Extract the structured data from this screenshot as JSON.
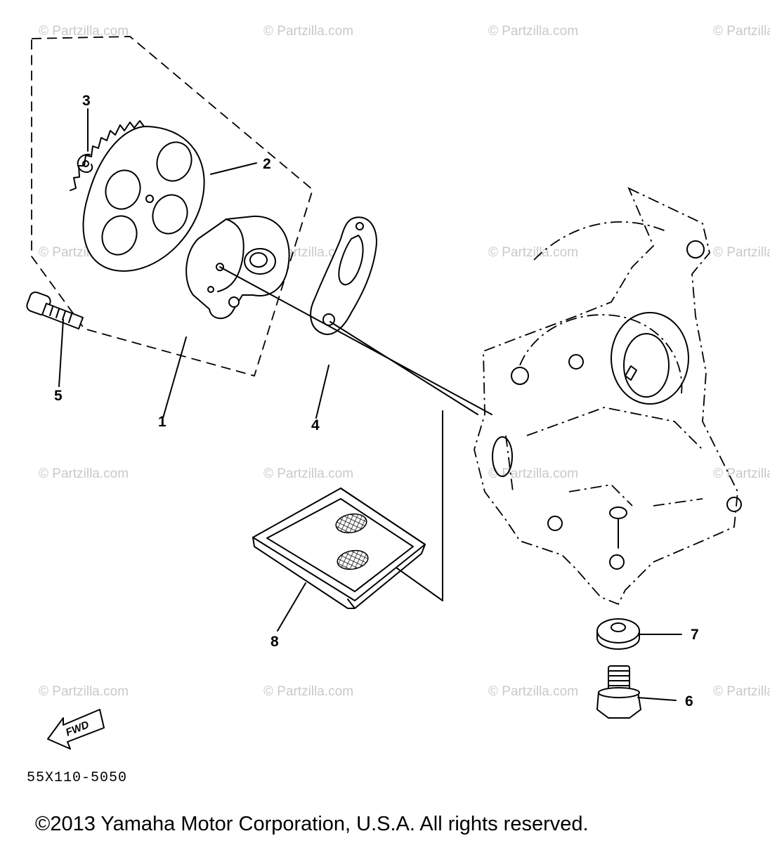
{
  "watermark": "© Partzilla.com",
  "callouts": {
    "p1": "1",
    "p2": "2",
    "p3": "3",
    "p4": "4",
    "p5": "5",
    "p6": "6",
    "p7": "7",
    "p8": "8"
  },
  "fwd_label": "FWD",
  "diagram_code": "55X110-5050",
  "copyright": "©2013 Yamaha Motor Corporation, U.S.A. All rights reserved."
}
